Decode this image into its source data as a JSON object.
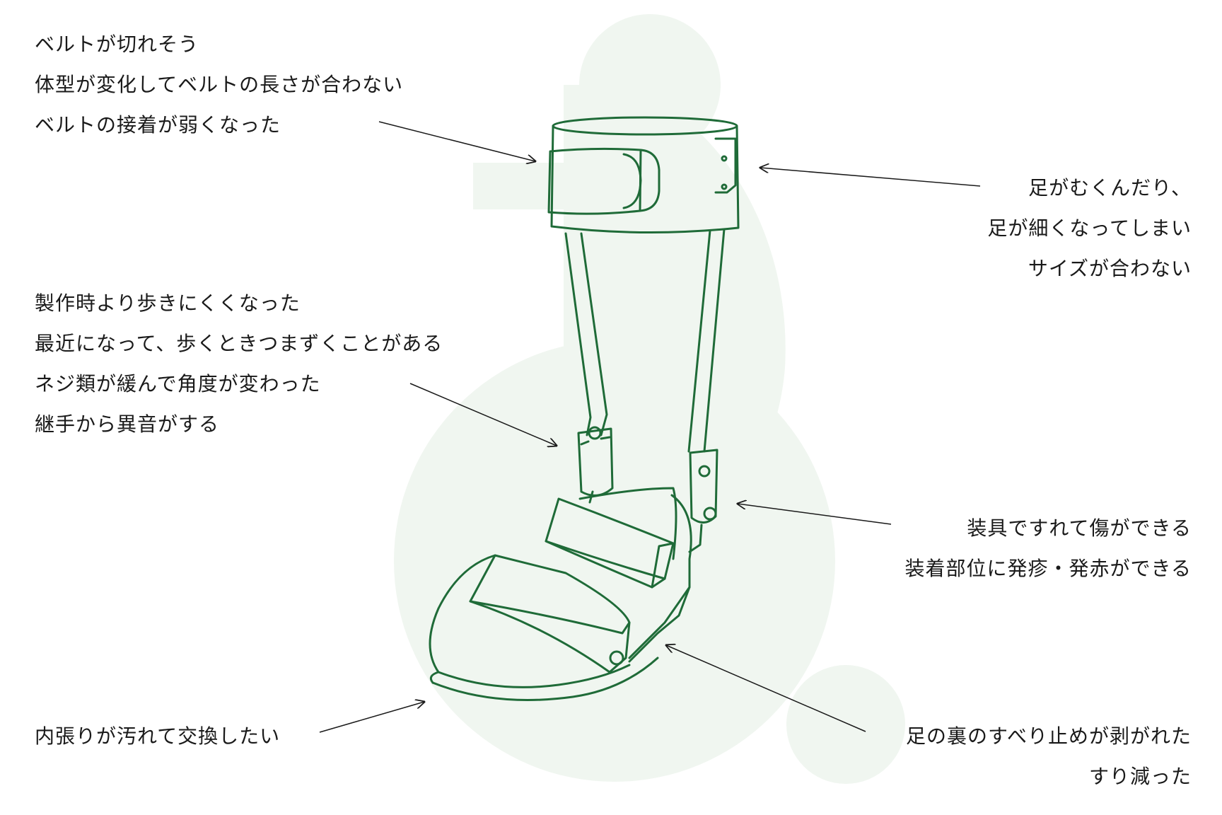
{
  "colors": {
    "outline": "#1f6b38",
    "background_shape": "#f0f6f0",
    "text": "#1a1a1a",
    "arrow": "#1a1a1a"
  },
  "notes": {
    "belt": [
      "ベルトが切れそう",
      "体型が変化してベルトの長さが合わない",
      "ベルトの接着が弱くなった"
    ],
    "size": [
      "足がむくんだり、",
      "足が細くなってしまい",
      "サイズが合わない"
    ],
    "joint": [
      "製作時より歩きにくくなった",
      "最近になって、歩くときつまずくことがある",
      "ネジ類が緩んで角度が変わった",
      "継手から異音がする"
    ],
    "skin": [
      "装具ですれて傷ができる",
      "装着部位に発疹・発赤ができる"
    ],
    "liner": [
      "内張りが汚れて交換したい"
    ],
    "sole": [
      "足の裏のすべり止めが剥がれた",
      "すり減った"
    ]
  }
}
